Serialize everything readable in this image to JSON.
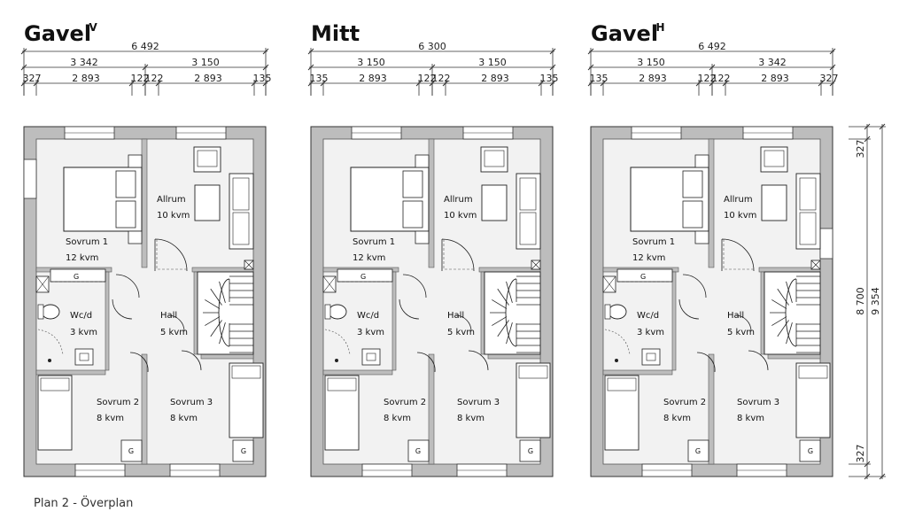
{
  "caption": "Plan 2 - Överplan",
  "fixture_label": "G",
  "units": [
    {
      "title": "Gavel",
      "title_sup": "V",
      "overall_width": "6 492",
      "half_widths": [
        "3 342",
        "3 150"
      ],
      "segments": [
        "327",
        "2 893",
        "122",
        "122",
        "2 893",
        "135"
      ],
      "side_window": "left",
      "rooms": {
        "allrum": {
          "name": "Allrum",
          "area": "10 kvm"
        },
        "sovrum1": {
          "name": "Sovrum 1",
          "area": "12 kvm"
        },
        "wc": {
          "name": "Wc/d",
          "area": "3 kvm"
        },
        "hall": {
          "name": "Hall",
          "area": "5 kvm"
        },
        "sovrum2": {
          "name": "Sovrum 2",
          "area": "8 kvm"
        },
        "sovrum3": {
          "name": "Sovrum 3",
          "area": "8 kvm"
        }
      }
    },
    {
      "title": "Mitt",
      "title_sup": "",
      "overall_width": "6 300",
      "half_widths": [
        "3 150",
        "3 150"
      ],
      "segments": [
        "135",
        "2 893",
        "122",
        "122",
        "2 893",
        "135"
      ],
      "side_window": "none",
      "rooms": {
        "allrum": {
          "name": "Allrum",
          "area": "10 kvm"
        },
        "sovrum1": {
          "name": "Sovrum 1",
          "area": "12 kvm"
        },
        "wc": {
          "name": "Wc/d",
          "area": "3 kvm"
        },
        "hall": {
          "name": "Hall",
          "area": "5 kvm"
        },
        "sovrum2": {
          "name": "Sovrum 2",
          "area": "8 kvm"
        },
        "sovrum3": {
          "name": "Sovrum 3",
          "area": "8 kvm"
        }
      }
    },
    {
      "title": "Gavel",
      "title_sup": "H",
      "overall_width": "6 492",
      "half_widths": [
        "3 150",
        "3 342"
      ],
      "segments": [
        "135",
        "2 893",
        "122",
        "122",
        "2 893",
        "327"
      ],
      "side_window": "right",
      "rooms": {
        "allrum": {
          "name": "Allrum",
          "area": "10 kvm"
        },
        "sovrum1": {
          "name": "Sovrum 1",
          "area": "12 kvm"
        },
        "wc": {
          "name": "Wc/d",
          "area": "3 kvm"
        },
        "hall": {
          "name": "Hall",
          "area": "5 kvm"
        },
        "sovrum2": {
          "name": "Sovrum 2",
          "area": "8 kvm"
        },
        "sovrum3": {
          "name": "Sovrum 3",
          "area": "8 kvm"
        }
      }
    }
  ],
  "vertical_dims": {
    "overall": "9 354",
    "inner": "8 700",
    "top": "327",
    "bottom": "327"
  }
}
